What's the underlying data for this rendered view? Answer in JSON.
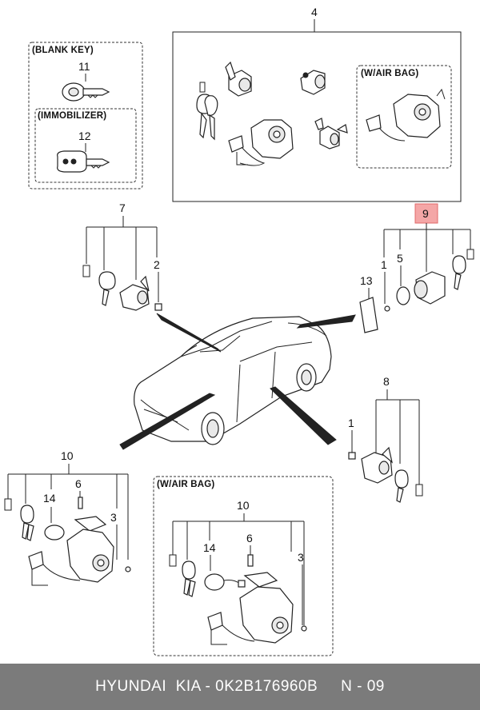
{
  "footer": {
    "brand1": "HYUNDAI",
    "brand2": "KIA",
    "separator": "-",
    "part_number": "0K2B176960B",
    "page_ref": "N - 09"
  },
  "boxes": {
    "blank_key": "(BLANK KEY)",
    "immobilizer": "(IMMOBILIZER)",
    "airbag_top": "(W/AIR BAG)",
    "airbag_bottom": "(W/AIR BAG)"
  },
  "callouts": {
    "c4": "4",
    "c11": "11",
    "c12": "12",
    "c7": "7",
    "c2": "2",
    "c9": "9",
    "c1a": "1",
    "c5": "5",
    "c13": "13",
    "c8": "8",
    "c1b": "1",
    "c10a": "10",
    "c14a": "14",
    "c6a": "6",
    "c3a": "3",
    "c10b": "10",
    "c14b": "14",
    "c6b": "6",
    "c3b": "3"
  },
  "colors": {
    "footer_bg": "#7b7b7b",
    "footer_text": "#ffffff",
    "highlight_fill": "#f4a6a6",
    "highlight_border": "#e06b6b",
    "line": "#222222"
  }
}
